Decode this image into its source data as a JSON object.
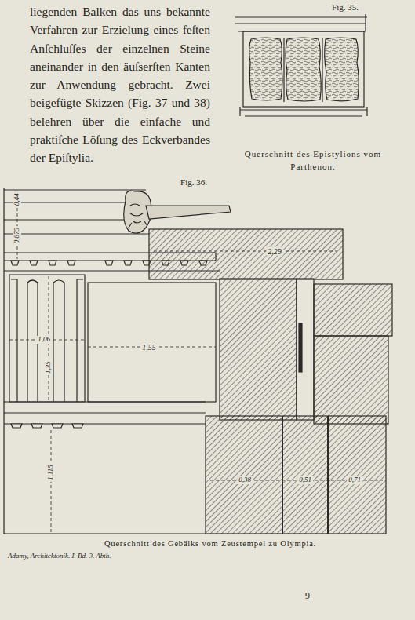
{
  "diagram": {
    "labels": [
      "liegenden Balken das uns bekannte Verfahren zur Erzielung eines feſten Anſchluſſes der einzelnen Steine aneinander in den äuſserſten Kanten zur Anwendung gebracht. Zwei beigefügte Skizzen (Fig. 37 und 38) belehren über die einfache und praktiſche Löſung des Eckverbandes der Epiſtylia.",
      "Fig. 35.",
      "Querschnitt des Epistylions vom Parthenon.",
      "Fig. 36.",
      "0,44",
      "0,875",
      "2,29",
      "1,06",
      "1,55",
      "1,35",
      "1,115",
      "0,38",
      "0,51",
      "0,71",
      "Querschnitt des Gebälks vom Zeustempel zu Olympia.",
      "Adamy, Architektonik. I. Bd. 3. Abth.",
      "9"
    ]
  }
}
